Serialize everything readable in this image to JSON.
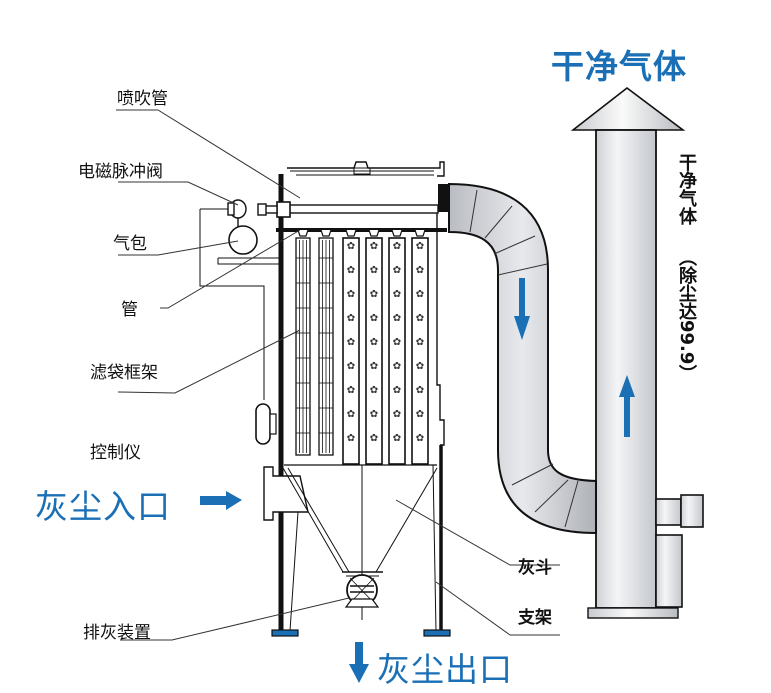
{
  "title_clean_gas": "干净气体",
  "labels": {
    "blow_pipe": "喷吹管",
    "pulse_valve": "电磁脉冲阀",
    "air_bag": "气包",
    "pipe": "管",
    "bag_frame": "滤袋框架",
    "controller": "控制仪",
    "dust_inlet": "灰尘入口",
    "ash_hopper": "灰斗",
    "support": "支架",
    "discharge_device": "排灰装置",
    "dust_outlet": "灰尘出口"
  },
  "vertical_label": {
    "main": "干净气体",
    "note": "（除尘达99.9）"
  },
  "colors": {
    "accent_blue": "#1a6fb5",
    "line": "#111111",
    "duct_light": "#f2f3f5",
    "duct_dark": "#b9bcc2"
  }
}
